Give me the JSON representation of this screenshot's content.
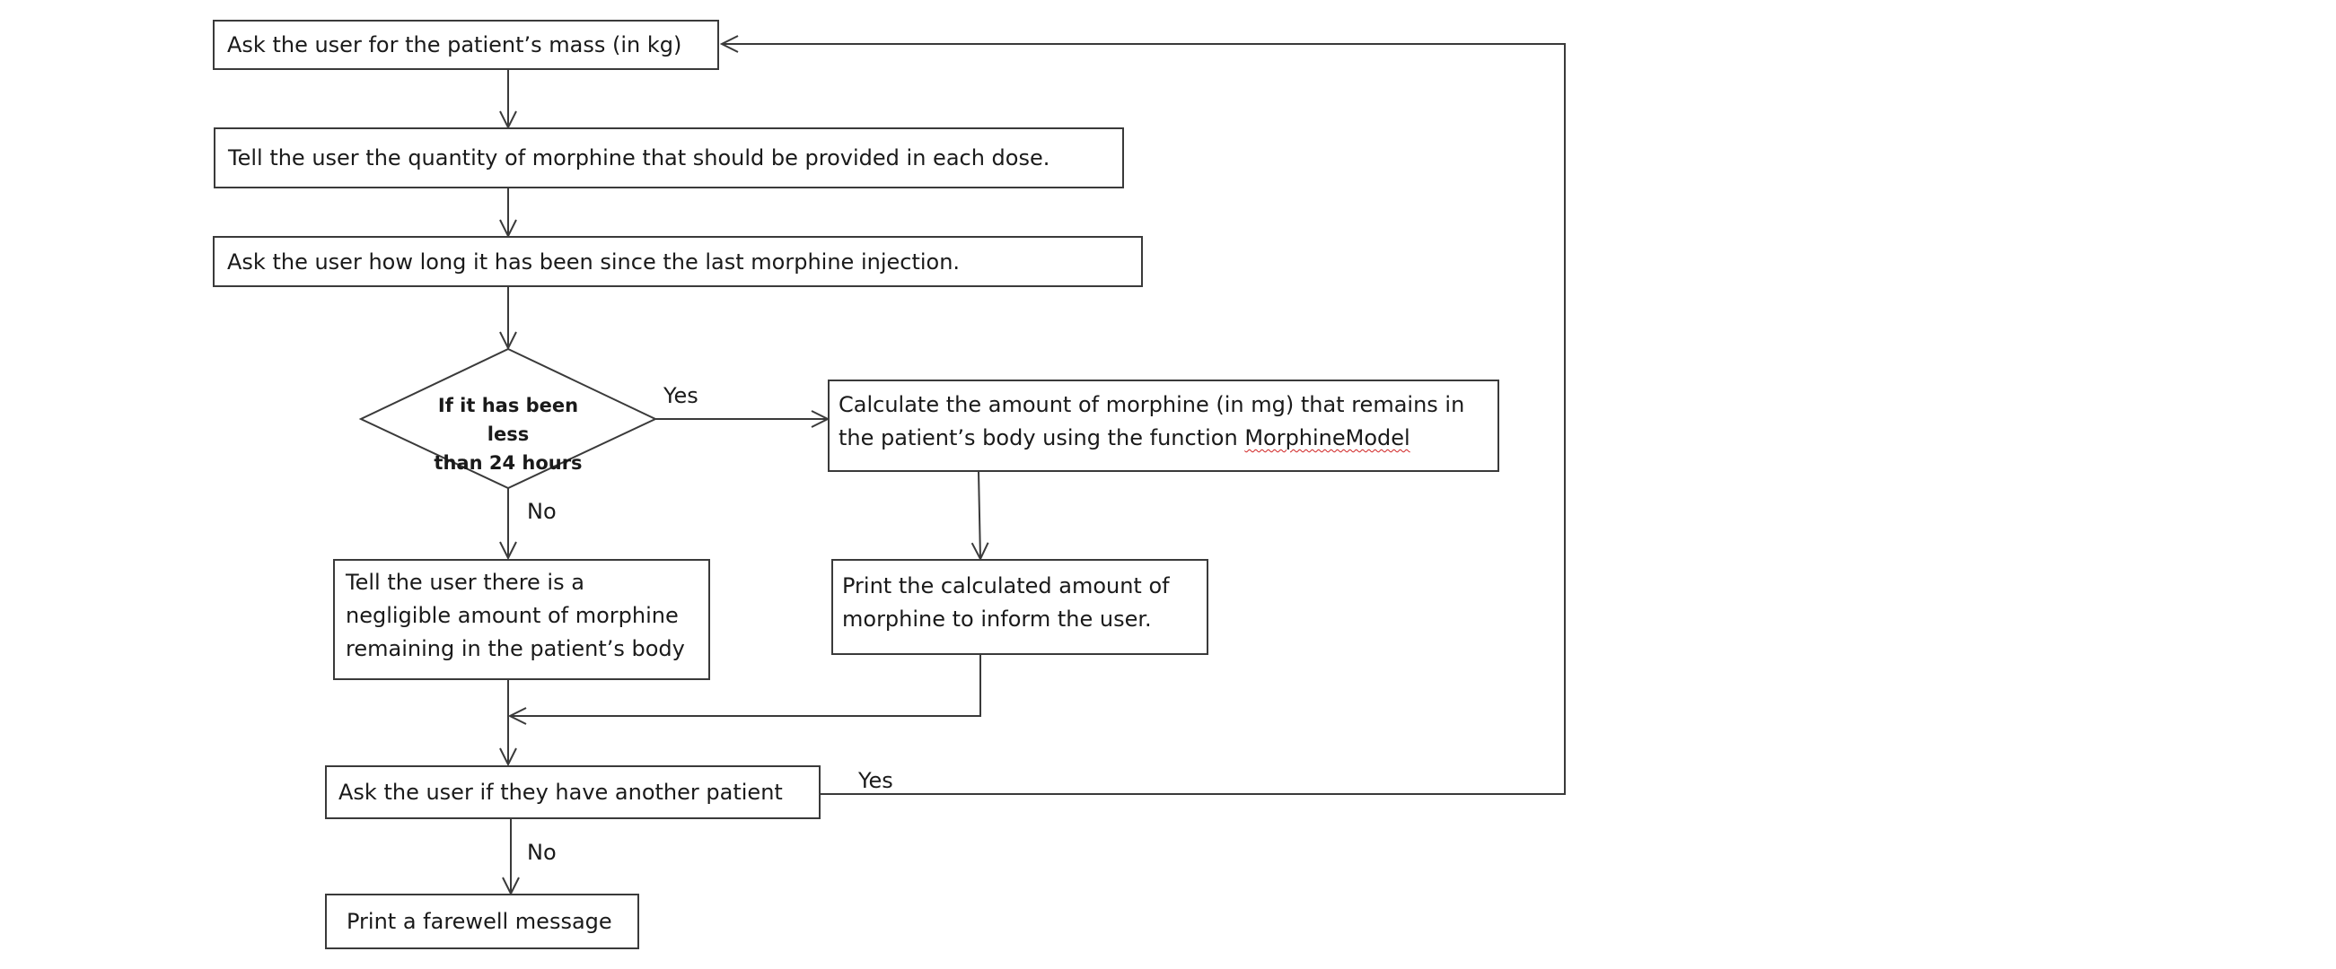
{
  "flowchart": {
    "steps": {
      "ask_mass": "Ask the user for the patient’s mass (in kg)",
      "tell_quantity": "Tell the user the quantity of morphine that should be provided in each dose.",
      "ask_duration": "Ask the user how long it has been since the last morphine injection.",
      "decision_line1": "If it has been less",
      "decision_line2": "than 24 hours",
      "calculate_line1": "Calculate the amount of morphine (in mg) that remains in",
      "calculate_line2_prefix": "the patient’s body using the function ",
      "calculate_line2_function": "MorphineModel",
      "negligible_line1": "Tell the user there is a",
      "negligible_line2": "negligible amount of morphine",
      "negligible_line3": "remaining in the patient’s body",
      "print_amount_line1": "Print the calculated amount of",
      "print_amount_line2": "morphine to inform the user.",
      "ask_another": "Ask the user if they have another patient",
      "farewell": "Print a farewell message"
    },
    "edge_labels": {
      "decision_yes": "Yes",
      "decision_no": "No",
      "another_yes": "Yes",
      "another_no": "No"
    },
    "colors": {
      "stroke": "#3a3a3a",
      "text": "#1a1a1a",
      "spellcheck_underline": "#d02020"
    }
  }
}
